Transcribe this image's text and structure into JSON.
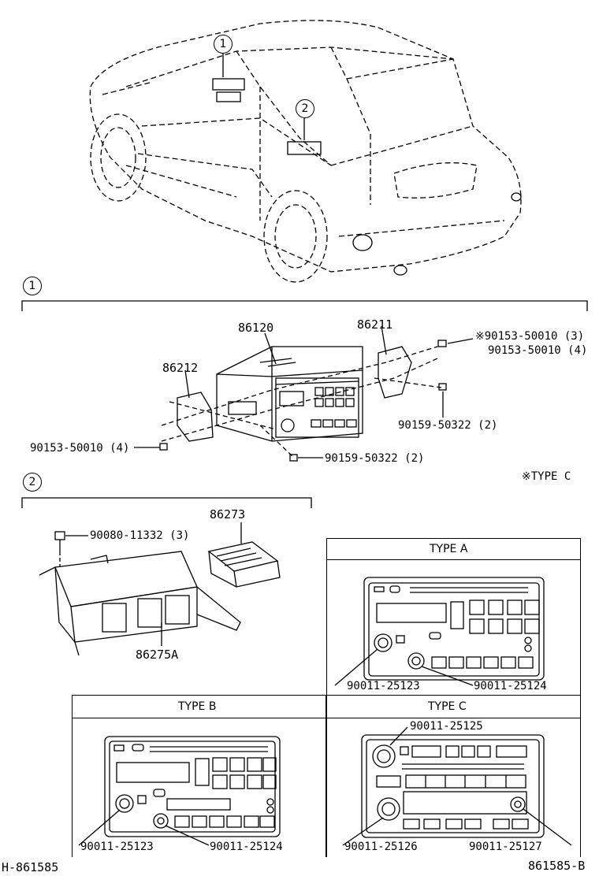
{
  "section1_marker": "1",
  "section2_marker": "2",
  "car_marker1": "1",
  "car_marker2": "2",
  "parts": {
    "radio": "86120",
    "bracket_right": "86211",
    "bracket_left": "86212",
    "screw_type_c": "※90153-50010 (3)",
    "screw_right": "90153-50010 (4)",
    "screw_right_lower": "90159-50322 (2)",
    "screw_left": "90153-50010 (4)",
    "screw_bottom": "90159-50322 (2)",
    "type_c_note": "※TYPE  C",
    "amp": "86273",
    "changer_screw": "90080-11332 (3)",
    "changer": "86275A"
  },
  "type_a": {
    "title": "TYPE A",
    "knob_left": "90011-25123",
    "knob_right": "90011-25124"
  },
  "type_b": {
    "title": "TYPE B",
    "knob_left": "90011-25123",
    "knob_right": "90011-25124"
  },
  "type_c": {
    "title": "TYPE C",
    "knob_top": "90011-25125",
    "knob_left": "90011-25126",
    "knob_right": "90011-25127"
  },
  "footer": {
    "left_code": "H-861585",
    "right_code": "861585-B"
  }
}
